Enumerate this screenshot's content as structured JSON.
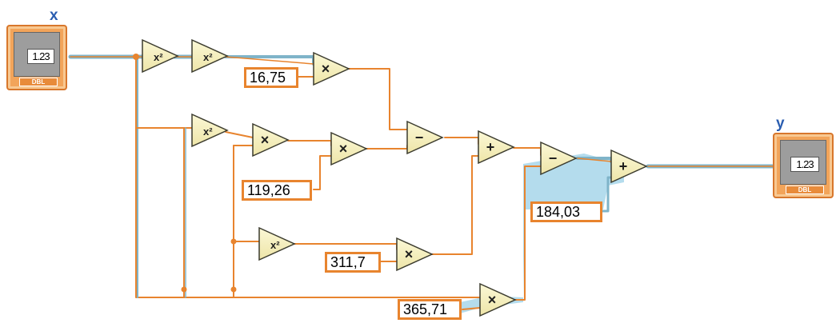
{
  "terminals": {
    "input": {
      "label": "x",
      "value": "1.23",
      "type_badge": "DBL"
    },
    "output": {
      "label": "y",
      "value": "1.23",
      "type_badge": "DBL"
    }
  },
  "constants": [
    "16,75",
    "119,26",
    "311,7",
    "365,71",
    "184,03"
  ],
  "operators": {
    "square": "x²",
    "multiply": "×",
    "subtract": "−",
    "add": "+"
  },
  "colors": {
    "wire_orange": "#e8842e",
    "wire_blue": "#7fb4c9",
    "terminal_orange": "#f2a45a",
    "operator_fill": "#f8f3c4",
    "label_blue": "#2a5db0"
  }
}
